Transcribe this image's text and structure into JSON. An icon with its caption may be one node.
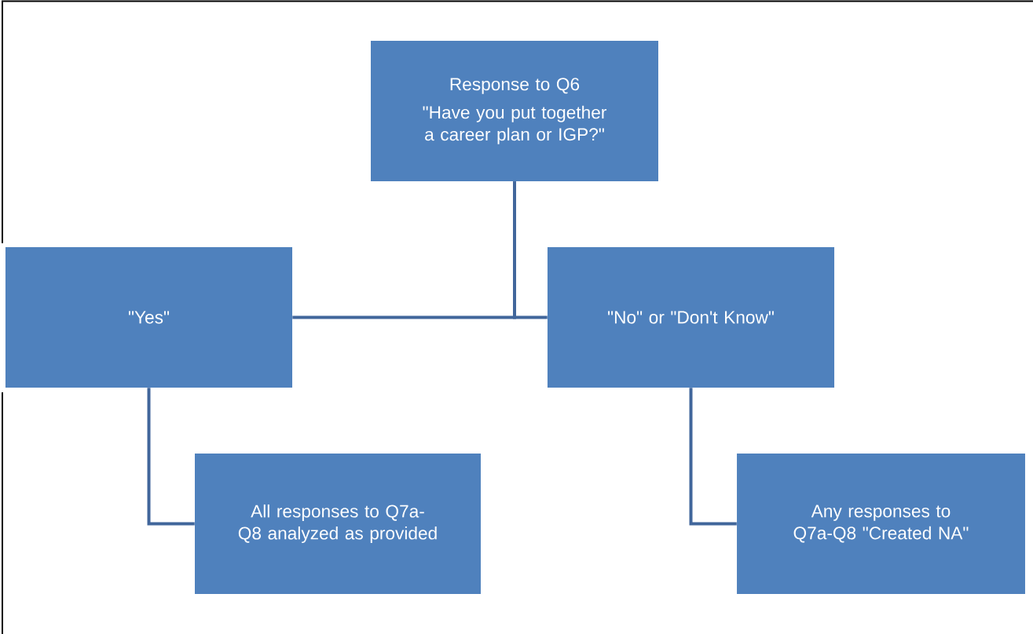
{
  "diagram": {
    "nodes": [
      {
        "text": [
          "Response to Q6",
          "\"Have you put together a career plan or IGP?\""
        ]
      },
      {
        "text": [
          "\"Yes\""
        ]
      },
      {
        "text": [
          "\"No\" or \"Don't Know\""
        ]
      },
      {
        "text": [
          "All responses to Q7a-Q8 analyzed as provided"
        ]
      },
      {
        "text": [
          "Any responses to Q7a-Q8 \"Created NA\""
        ]
      }
    ],
    "edges": [
      {
        "from": 0,
        "to": 1,
        "arrow": "none"
      },
      {
        "from": 0,
        "to": 2,
        "arrow": "none"
      },
      {
        "from": 1,
        "to": 3,
        "arrow": "none"
      },
      {
        "from": 2,
        "to": 4,
        "arrow": "none"
      }
    ]
  }
}
